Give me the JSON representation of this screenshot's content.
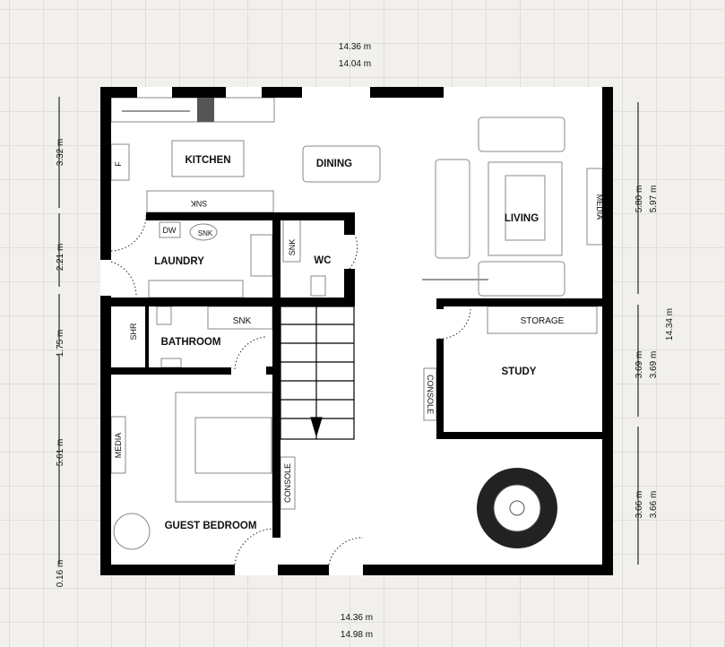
{
  "dimensions": {
    "top": [
      "14.36 m",
      "14.04 m"
    ],
    "bottom": [
      "14.36 m",
      "14.98 m"
    ],
    "left": [
      "3.32 m",
      "2.21 m",
      "1.75 m",
      "5.61 m",
      "0.16 m"
    ],
    "right_inner": [
      "5.80 m",
      "3.69 m",
      "3.66 m"
    ],
    "right_outer": [
      "5.97 m",
      "3.69 m",
      "3.66 m"
    ],
    "right_total": "14.34 m"
  },
  "rooms": {
    "kitchen": "KITCHEN",
    "dining": "DINING",
    "living": "LIVING",
    "laundry": "LAUNDRY",
    "wc": "WC",
    "bathroom": "BATHROOM",
    "study": "STUDY",
    "guest_bedroom": "GUEST BEDROOM"
  },
  "fixtures": {
    "fridge": "F",
    "kitchen_sink": "SNK",
    "dishwasher": "DW",
    "laundry_sink": "SNK",
    "wc_sink": "SNK",
    "bathroom_sink": "SNK",
    "shower": "SHR",
    "storage": "STORAGE",
    "living_media": "MEDIA",
    "bedroom_media": "MEDIA",
    "study_console": "CONSOLE",
    "hall_console": "CONSOLE"
  }
}
